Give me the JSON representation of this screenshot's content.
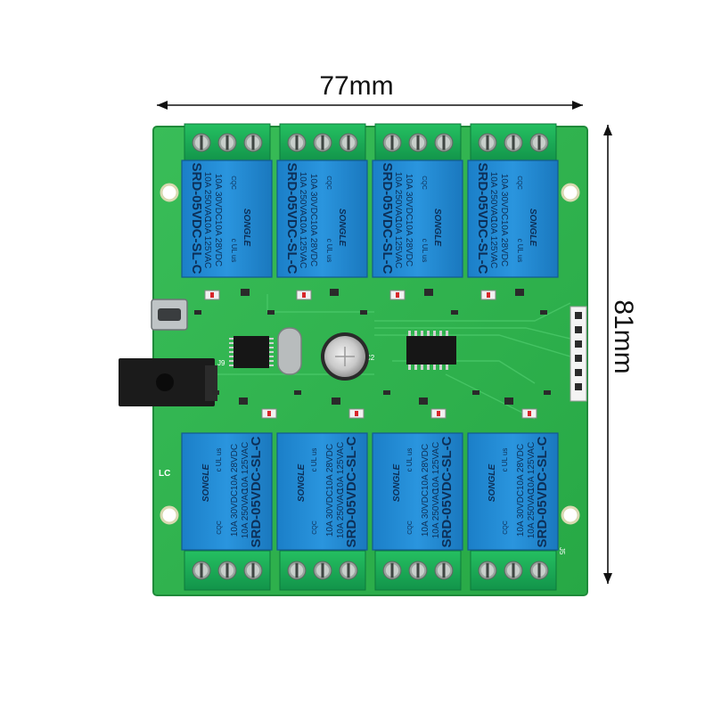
{
  "dimensions": {
    "width_label": "77mm",
    "height_label": "81mm"
  },
  "relay": {
    "model": "SRD-05VDC-SL-C",
    "rating_ac": "10A 250VAC",
    "rating_ac2": "10A 125VAC",
    "rating_dc": "10A 30VDC",
    "rating_dc2": "10A 28VDC",
    "brand": "SONGLE",
    "cqc": "CQC",
    "ul": "c UL us"
  },
  "board": {
    "marking": "LC",
    "connector_label": "J9",
    "header_label": "J5",
    "cap_label": "C2"
  },
  "colors": {
    "pcb": "#2eb54d",
    "relay": "#1d86d1",
    "terminal": "#1fb45a",
    "background": "#ffffff"
  }
}
